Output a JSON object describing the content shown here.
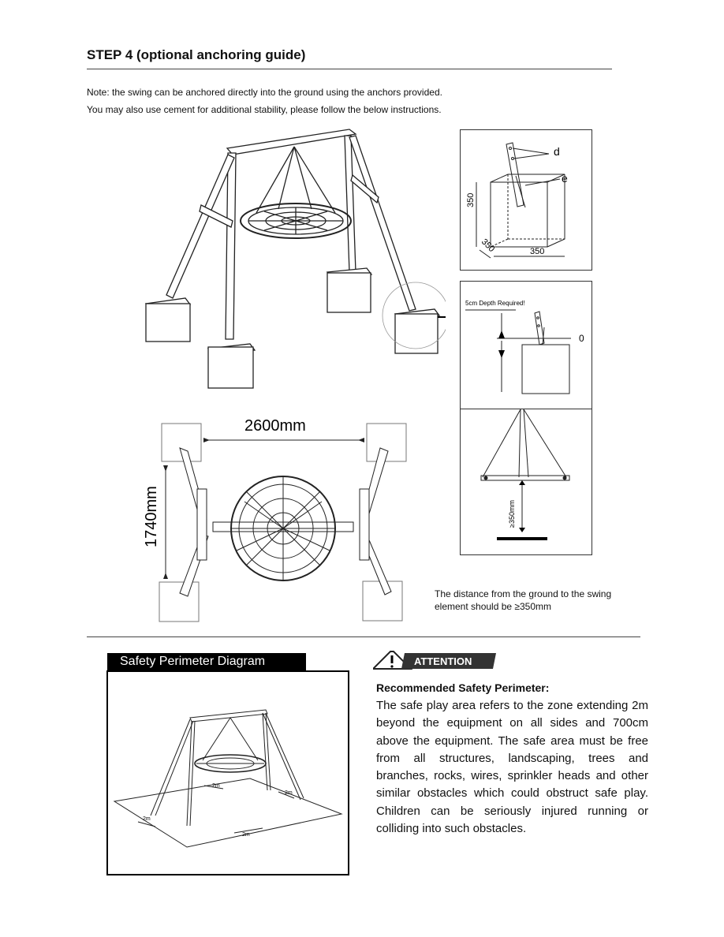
{
  "header": {
    "title": "STEP 4 (optional anchoring guide)",
    "note_line1": "Note: the swing can be anchored directly into the ground using the anchors provided.",
    "note_line2": "You may also use cement for additional stability, please follow the below instructions."
  },
  "detail_cube": {
    "label_d": "d",
    "label_e": "e",
    "dim_height": "350",
    "dim_depth": "350",
    "dim_width": "350"
  },
  "detail_depth": {
    "depth_note": "5cm Depth Required!",
    "zero_label": "0"
  },
  "top_view": {
    "width_dim": "2600mm",
    "depth_dim": "1740mm"
  },
  "ground_clearance": {
    "clearance_label": "≥350mm",
    "caption": "The distance from the ground to the swing element should be ≥350mm"
  },
  "safety": {
    "diagram_title": "Safety Perimeter Diagram",
    "dim_2m": "2m",
    "attention": "ATTENTION",
    "heading": "Recommended Safety Perimeter:",
    "body": "The safe play area refers to the zone extending 2m beyond the equipment on all sides and 700cm above the equipment. The safe area must be free from all structures, landscaping, trees and branches, rocks, wires, sprinkler heads and other similar obstacles which could obstruct safe play. Children can be seriously injured running or colliding into such obstacles."
  }
}
